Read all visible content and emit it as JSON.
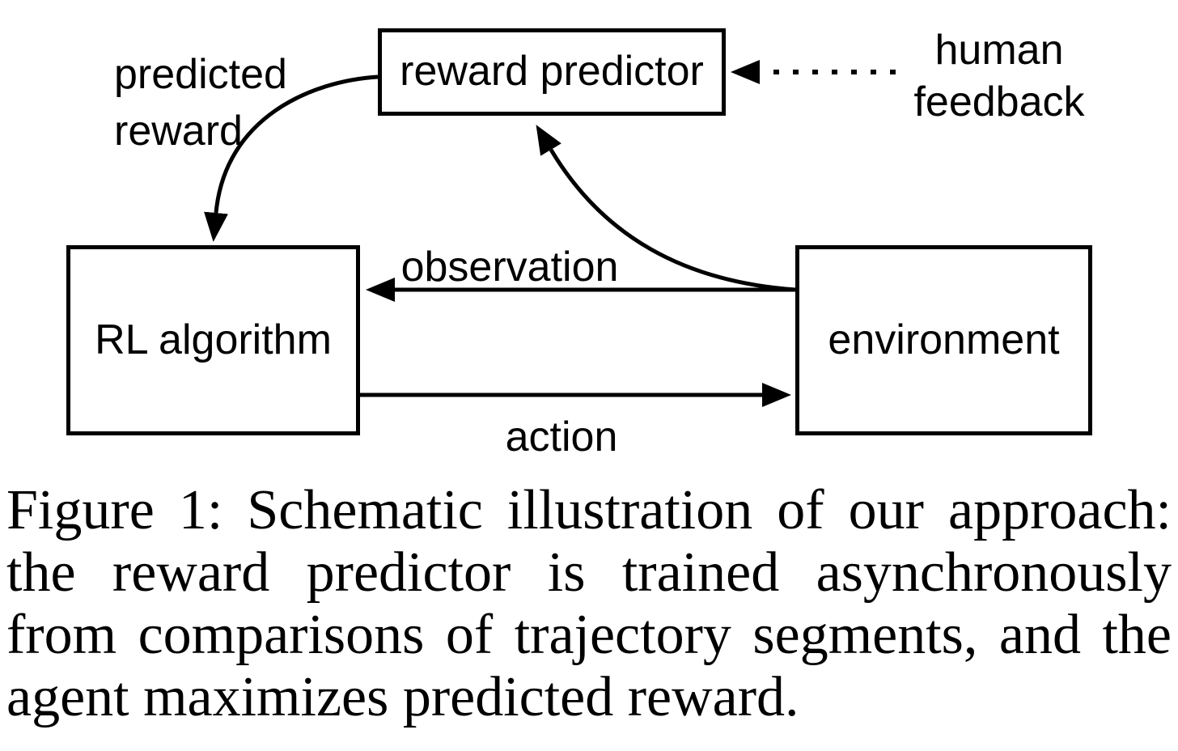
{
  "figure": {
    "boxes": {
      "reward_predictor": "reward predictor",
      "rl_algorithm": "RL algorithm",
      "environment": "environment"
    },
    "labels": {
      "predicted_reward_line1": "predicted",
      "predicted_reward_line2": "reward",
      "human_feedback_line1": "human",
      "human_feedback_line2": "feedback",
      "observation": "observation",
      "action": "action"
    },
    "arrows": {
      "predicted_reward": "reward predictor to RL algorithm",
      "human_feedback": "human feedback to reward predictor (dotted)",
      "observation": "environment to RL algorithm",
      "action": "RL algorithm to environment",
      "trajectory": "environment to reward predictor"
    },
    "colors": {
      "ink": "#000000",
      "background": "#ffffff"
    }
  },
  "caption": {
    "lines": [
      "Figure 1: Schematic illustration of our approach:",
      "the reward predictor is trained asynchronously",
      "from comparisons of trajectory segments, and the",
      "agent maximizes predicted reward."
    ]
  }
}
